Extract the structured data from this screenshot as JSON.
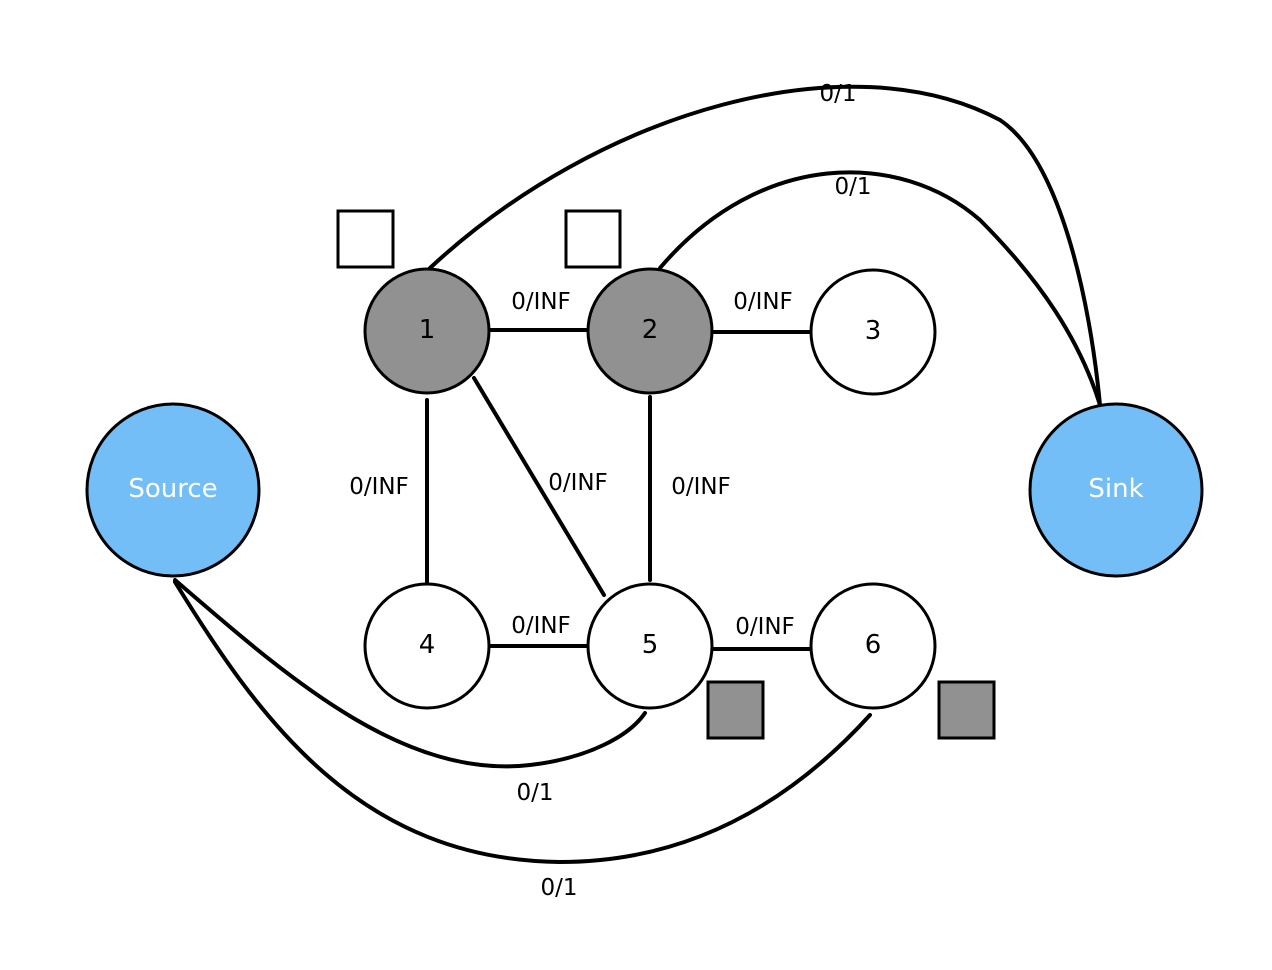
{
  "colors": {
    "terminal_fill": "#74BEF8",
    "selected_fill": "#919191",
    "unselected_fill": "#ffffff",
    "stroke": "#000000"
  },
  "nodes": {
    "source": {
      "label": "Source",
      "type": "terminal"
    },
    "sink": {
      "label": "Sink",
      "type": "terminal"
    },
    "n1": {
      "label": "1",
      "selected": true
    },
    "n2": {
      "label": "2",
      "selected": true
    },
    "n3": {
      "label": "3",
      "selected": false
    },
    "n4": {
      "label": "4",
      "selected": false
    },
    "n5": {
      "label": "5",
      "selected": false
    },
    "n6": {
      "label": "6",
      "selected": false
    }
  },
  "edges": [
    {
      "from": "1",
      "to": "2",
      "flow": "0/INF"
    },
    {
      "from": "2",
      "to": "3",
      "flow": "0/INF"
    },
    {
      "from": "1",
      "to": "4",
      "flow": "0/INF"
    },
    {
      "from": "1",
      "to": "5",
      "flow": "0/INF"
    },
    {
      "from": "2",
      "to": "5",
      "flow": "0/INF"
    },
    {
      "from": "4",
      "to": "5",
      "flow": "0/INF"
    },
    {
      "from": "5",
      "to": "6",
      "flow": "0/INF"
    },
    {
      "from": "1",
      "to": "Sink",
      "flow": "0/1"
    },
    {
      "from": "2",
      "to": "Sink",
      "flow": "0/1"
    },
    {
      "from": "Source",
      "to": "5",
      "flow": "0/1"
    },
    {
      "from": "Source",
      "to": "6",
      "flow": "0/1"
    }
  ],
  "markers": [
    {
      "node": "1",
      "filled": false
    },
    {
      "node": "2",
      "filled": false
    },
    {
      "node": "5",
      "filled": true
    },
    {
      "node": "6",
      "filled": true
    }
  ]
}
